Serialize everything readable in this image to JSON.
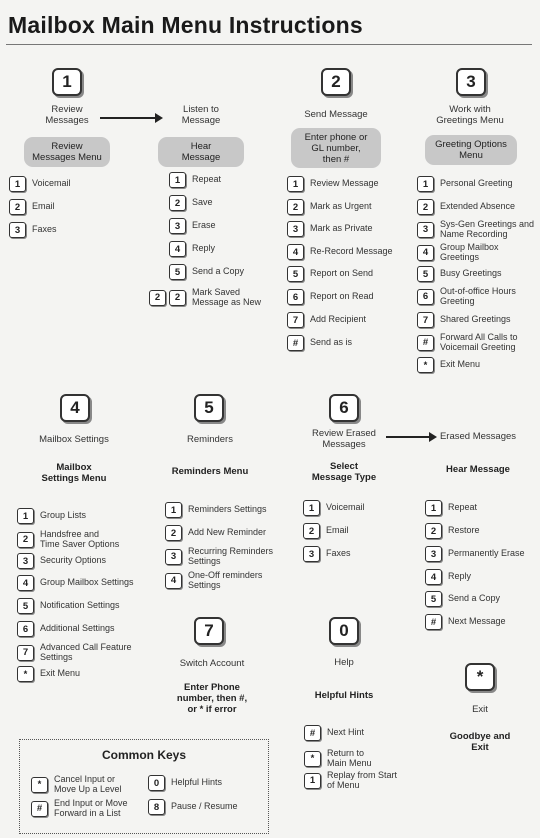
{
  "title": "Mailbox Main Menu Instructions",
  "menu1": {
    "key": "1",
    "caption": "Review\nMessages",
    "menu_pill": "Review\nMessages Menu",
    "options": [
      {
        "key": "1",
        "label": "Voicemail"
      },
      {
        "key": "2",
        "label": "Email"
      },
      {
        "key": "3",
        "label": "Faxes"
      }
    ]
  },
  "listen": {
    "caption": "Listen to\nMessage",
    "menu_pill": "Hear\nMessage",
    "options": [
      {
        "key": "1",
        "label": "Repeat"
      },
      {
        "key": "2",
        "label": "Save"
      },
      {
        "key": "3",
        "label": "Erase"
      },
      {
        "key": "4",
        "label": "Reply"
      },
      {
        "key": "5",
        "label": "Send a Copy"
      },
      {
        "key": "2",
        "key2": "2",
        "label": "Mark Saved\nMessage as New"
      }
    ]
  },
  "menu2": {
    "key": "2",
    "caption": "Send Message",
    "menu_pill": "Enter phone or\nGL number,\nthen #",
    "options": [
      {
        "key": "1",
        "label": "Review Message"
      },
      {
        "key": "2",
        "label": "Mark as Urgent"
      },
      {
        "key": "3",
        "label": "Mark as Private"
      },
      {
        "key": "4",
        "label": "Re-Record Message"
      },
      {
        "key": "5",
        "label": "Report on Send"
      },
      {
        "key": "6",
        "label": "Report on Read"
      },
      {
        "key": "7",
        "label": "Add Recipient"
      },
      {
        "key": "#",
        "label": "Send as is"
      }
    ]
  },
  "menu3": {
    "key": "3",
    "caption": "Work with\nGreetings Menu",
    "menu_pill": "Greeting Options\nMenu",
    "options": [
      {
        "key": "1",
        "label": "Personal Greeting"
      },
      {
        "key": "2",
        "label": "Extended Absence"
      },
      {
        "key": "3",
        "label": "Sys-Gen Greetings and\nName Recording"
      },
      {
        "key": "4",
        "label": "Group Mailbox\nGreetings"
      },
      {
        "key": "5",
        "label": "Busy Greetings"
      },
      {
        "key": "6",
        "label": "Out-of-office Hours\nGreeting"
      },
      {
        "key": "7",
        "label": "Shared Greetings"
      },
      {
        "key": "#",
        "label": "Forward All Calls to\nVoicemail Greeting"
      },
      {
        "key": "*",
        "label": "Exit Menu"
      }
    ]
  },
  "menu4": {
    "key": "4",
    "caption": "Mailbox Settings",
    "heading": "Mailbox\nSettings Menu",
    "options": [
      {
        "key": "1",
        "label": "Group Lists"
      },
      {
        "key": "2",
        "label": "Handsfree and\nTime Saver Options"
      },
      {
        "key": "3",
        "label": "Security Options"
      },
      {
        "key": "4",
        "label": "Group Mailbox Settings"
      },
      {
        "key": "5",
        "label": "Notification Settings"
      },
      {
        "key": "6",
        "label": "Additional Settings"
      },
      {
        "key": "7",
        "label": "Advanced Call Feature\nSettings"
      },
      {
        "key": "*",
        "label": "Exit Menu"
      }
    ]
  },
  "menu5": {
    "key": "5",
    "caption": "Reminders",
    "heading": "Reminders Menu",
    "options": [
      {
        "key": "1",
        "label": "Reminders Settings"
      },
      {
        "key": "2",
        "label": "Add New Reminder"
      },
      {
        "key": "3",
        "label": "Recurring Reminders\nSettings"
      },
      {
        "key": "4",
        "label": "One-Off reminders\nSettings"
      }
    ]
  },
  "menu6": {
    "key": "6",
    "caption": "Review Erased\nMessages",
    "heading": "Select\nMessage Type",
    "options": [
      {
        "key": "1",
        "label": "Voicemail"
      },
      {
        "key": "2",
        "label": "Email"
      },
      {
        "key": "3",
        "label": "Faxes"
      }
    ]
  },
  "erased": {
    "caption": "Erased Messages",
    "heading": "Hear Message",
    "options": [
      {
        "key": "1",
        "label": "Repeat"
      },
      {
        "key": "2",
        "label": "Restore"
      },
      {
        "key": "3",
        "label": "Permanently Erase"
      },
      {
        "key": "4",
        "label": "Reply"
      },
      {
        "key": "5",
        "label": "Send a Copy"
      },
      {
        "key": "#",
        "label": "Next Message"
      }
    ]
  },
  "menu7": {
    "key": "7",
    "caption": "Switch Account",
    "heading": "Enter Phone\nnumber, then #,\nor * if error"
  },
  "menu0": {
    "key": "0",
    "caption": "Help",
    "heading": "Helpful Hints",
    "options": [
      {
        "key": "#",
        "label": "Next Hint"
      },
      {
        "key": "*",
        "label": "Return to\nMain Menu"
      },
      {
        "key": "1",
        "label": "Replay from Start\nof Menu"
      }
    ]
  },
  "exit": {
    "key": "*",
    "caption": "Exit",
    "heading": "Goodbye and\nExit"
  },
  "common_keys": {
    "title": "Common Keys",
    "items": [
      {
        "key": "*",
        "label": "Cancel Input or\nMove Up a Level"
      },
      {
        "key": "#",
        "label": "End Input or Move\nForward in a List"
      },
      {
        "key": "0",
        "label": "Helpful Hints"
      },
      {
        "key": "8",
        "label": "Pause / Resume"
      }
    ]
  }
}
